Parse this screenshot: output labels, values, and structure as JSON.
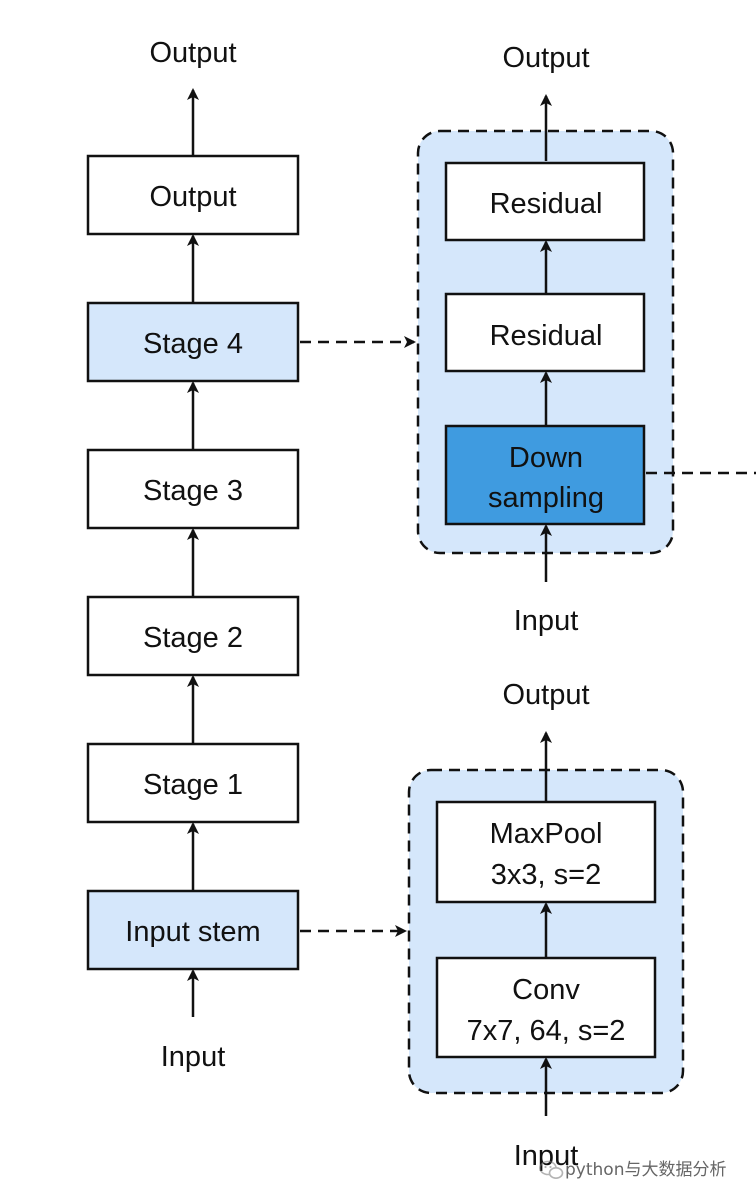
{
  "main_chain": {
    "output_label": "Output",
    "output_block": "Output",
    "stage4": "Stage 4",
    "stage3": "Stage 3",
    "stage2": "Stage 2",
    "stage1": "Stage 1",
    "input_stem": "Input stem",
    "input_label": "Input"
  },
  "stage_detail": {
    "output_label": "Output",
    "residual_top": "Residual",
    "residual_bottom": "Residual",
    "down_line1": "Down",
    "down_line2": "sampling",
    "input_label": "Input"
  },
  "stem_detail": {
    "output_label": "Output",
    "maxpool_line1": "MaxPool",
    "maxpool_line2": "3x3, s=2",
    "conv_line1": "Conv",
    "conv_line2": "7x7, 64, s=2",
    "input_label": "Input"
  },
  "watermark": "python与大数据分析",
  "colors": {
    "light_blue_fill": "#d5e7fb",
    "dark_blue_fill": "#3f9be0",
    "stroke": "#111111"
  }
}
